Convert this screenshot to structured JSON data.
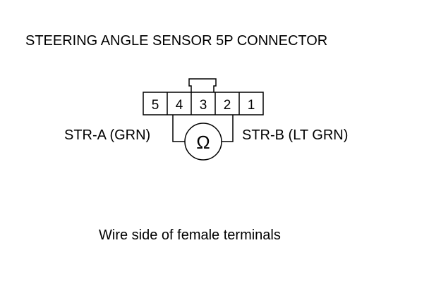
{
  "title": "STEERING ANGLE SENSOR 5P CONNECTOR",
  "connector": {
    "pins": [
      "5",
      "4",
      "3",
      "2",
      "1"
    ]
  },
  "labels": {
    "left": "STR-A (GRN)",
    "right": "STR-B (LT GRN)"
  },
  "meter": {
    "symbol": "Ω"
  },
  "caption": "Wire side of female terminals"
}
